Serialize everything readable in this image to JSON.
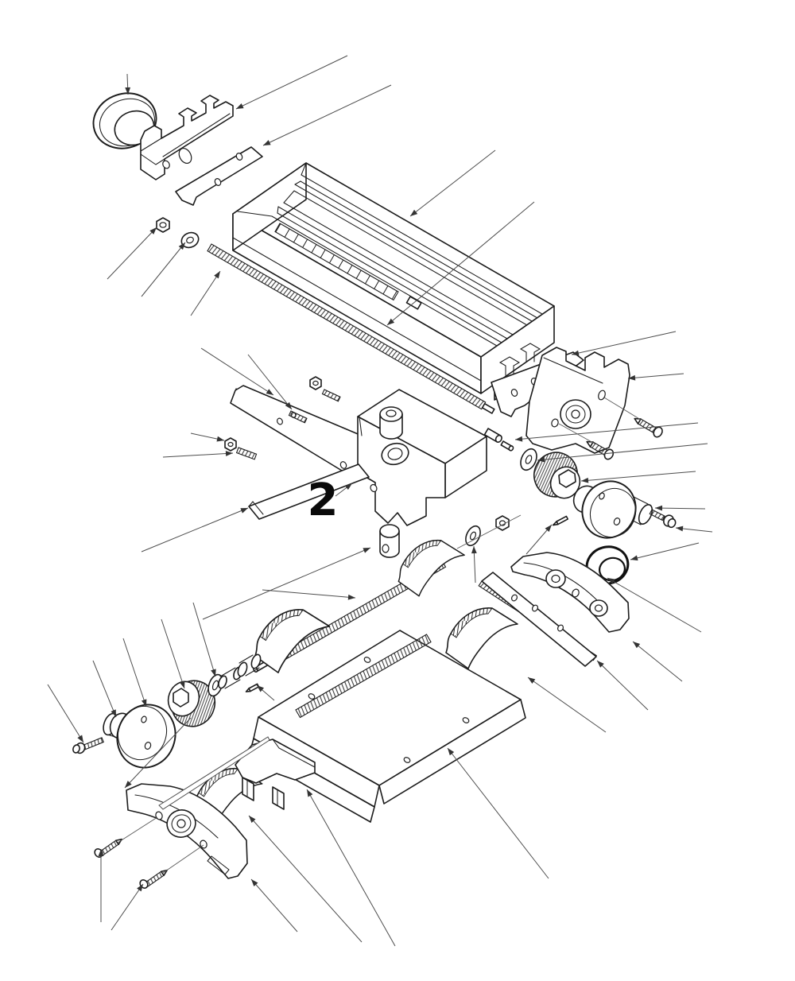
{
  "diagram": {
    "type": "exploded-parts-diagram",
    "subject": "cross-slide table assembly exploded view",
    "background_color": "#ffffff",
    "line_color": "#1c1c1c",
    "leader_color": "#4d4d4d",
    "callouts": [
      {
        "label": "2"
      }
    ]
  }
}
